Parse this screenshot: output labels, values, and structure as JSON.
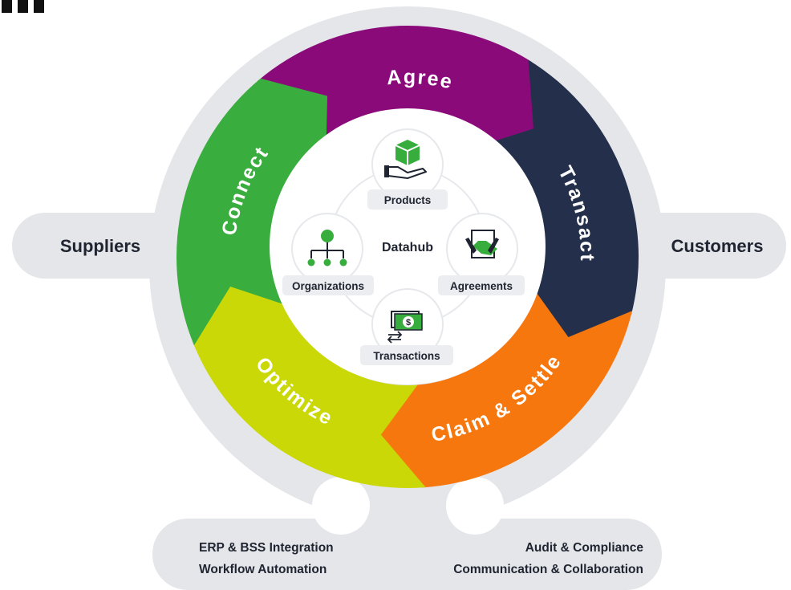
{
  "center": {
    "title": "Datahub"
  },
  "sides": {
    "left": "Suppliers",
    "right": "Customers"
  },
  "cycle": [
    {
      "label": "Agree",
      "color": "#8b0a7a"
    },
    {
      "label": "Transact",
      "color": "#24304b"
    },
    {
      "label": "Claim & Settle",
      "color": "#f7770f"
    },
    {
      "label": "Optimize",
      "color": "#cad807"
    },
    {
      "label": "Connect",
      "color": "#39ad3e"
    }
  ],
  "nodes": {
    "products": {
      "label": "Products",
      "icon": "package-hand-icon"
    },
    "agreements": {
      "label": "Agreements",
      "icon": "handshake-document-icon"
    },
    "transactions": {
      "label": "Transactions",
      "icon": "money-exchange-icon"
    },
    "organizations": {
      "label": "Organizations",
      "icon": "org-chart-icon"
    }
  },
  "footer": {
    "left": [
      "ERP & BSS Integration",
      "Workflow Automation"
    ],
    "right": [
      "Audit & Compliance",
      "Communication & Collaboration"
    ]
  },
  "colors": {
    "background_shape": "#e4e6ea",
    "text": "#1f2430",
    "pill": "#ebedf0",
    "icon_green": "#37ad3e"
  }
}
